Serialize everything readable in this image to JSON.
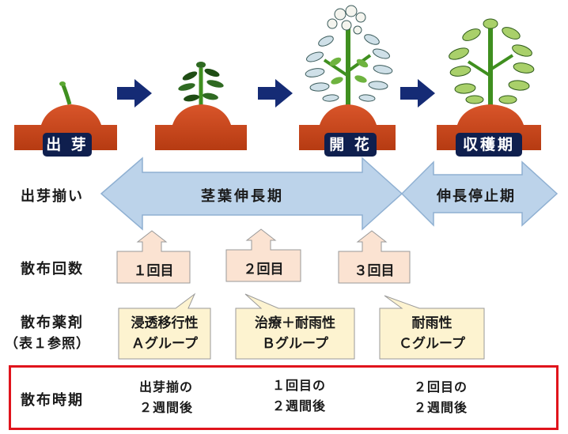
{
  "stages": {
    "emergence": "出 芽",
    "flowering": "開 花",
    "harvest": "収穫期"
  },
  "growth_row": {
    "label": "出芽揃い",
    "stem_leaf_elongation": "茎葉伸長期",
    "elongation_stop": "伸長停止期"
  },
  "spray_count": {
    "label": "散布回数",
    "items": [
      "１回目",
      "２回目",
      "３回目"
    ]
  },
  "chemicals": {
    "label_line1": "散布薬剤",
    "label_line2": "（表１参照）",
    "items": [
      {
        "line1": "浸透移行性",
        "line2": "Ａグループ"
      },
      {
        "line1": "治療＋耐雨性",
        "line2": "Ｂグループ"
      },
      {
        "line1": "耐雨性",
        "line2": "Ｃグループ"
      }
    ]
  },
  "timing": {
    "label": "散布時期",
    "items": [
      {
        "line1": "出芽揃の",
        "line2": "２週間後"
      },
      {
        "line1": "１回目の",
        "line2": "２週間後"
      },
      {
        "line1": "２回目の",
        "line2": "２週間後"
      }
    ]
  },
  "colors": {
    "soil": "#c8471c",
    "label_bg": "#0f1f4e",
    "stage_arrow": "#152b75",
    "period_arrow": "#bcd3ea",
    "count_box": "#fbe3d2",
    "chem_box": "#fdf3d0",
    "highlight_border": "#e0141c",
    "plant_stem": "#3f8f1f"
  }
}
